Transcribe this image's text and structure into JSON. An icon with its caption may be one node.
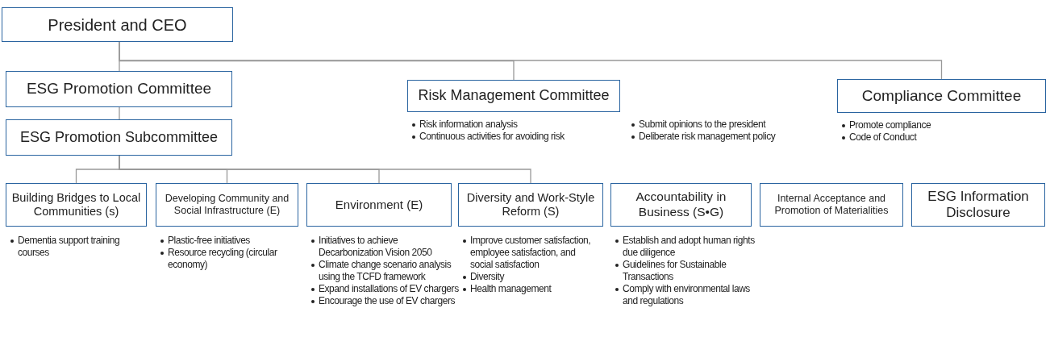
{
  "diagram": {
    "nodes": [
      {
        "text": [
          "President and CEO"
        ]
      },
      {
        "text": [
          "ESG Promotion Committee"
        ]
      },
      {
        "text": [
          "Risk Management Committee"
        ],
        "beside": [
          "Risk information analysis",
          "Continuous activities for avoiding risk",
          "Submit opinions to the president",
          "Deliberate risk management policy"
        ]
      },
      {
        "text": [
          "Compliance Committee"
        ],
        "beside": [
          "Promote compliance",
          "Code of Conduct"
        ]
      },
      {
        "text": [
          "ESG Promotion Subcommittee"
        ]
      },
      {
        "text": [
          "Building Bridges to Local Communities (s)"
        ],
        "beside": [
          "Dementia support training courses"
        ]
      },
      {
        "text": [
          "Developing Community and Social Infrastructure (E)"
        ],
        "beside": [
          "Plastic-free initiatives",
          "Resource recycling (circular economy)"
        ]
      },
      {
        "text": [
          "Environment (E)"
        ],
        "beside": [
          "Initiatives to achieve Decarbonization Vision 2050",
          "Climate change scenario analysis using the TCFD framework",
          "Expand installations of EV chargers",
          "Encourage the use of EV chargers"
        ]
      },
      {
        "text": [
          "Diversity and Work-Style Reform (S)"
        ],
        "beside": [
          "Improve customer satisfaction, employee satisfaction, and social satisfaction",
          "Diversity",
          "Health management"
        ]
      },
      {
        "text": [
          "Accountability in Business (S•G)"
        ],
        "beside": [
          "Establish and adopt human rights due diligence",
          "Guidelines for Sustainable Transactions",
          "Comply with environmental laws and regulations"
        ]
      },
      {
        "text": [
          "Internal Acceptance and Promotion of Materialities"
        ]
      },
      {
        "text": [
          "ESG Information Disclosure"
        ]
      }
    ],
    "edges": [
      {
        "from": 0,
        "to": 1,
        "arrow": "none"
      },
      {
        "from": 0,
        "to": 2,
        "arrow": "none"
      },
      {
        "from": 0,
        "to": 3,
        "arrow": "none"
      },
      {
        "from": 1,
        "to": 4,
        "arrow": "none"
      },
      {
        "from": 4,
        "to": 5,
        "arrow": "none"
      },
      {
        "from": 4,
        "to": 6,
        "arrow": "none"
      },
      {
        "from": 4,
        "to": 7,
        "arrow": "none"
      },
      {
        "from": 4,
        "to": 8,
        "arrow": "none"
      }
    ]
  }
}
